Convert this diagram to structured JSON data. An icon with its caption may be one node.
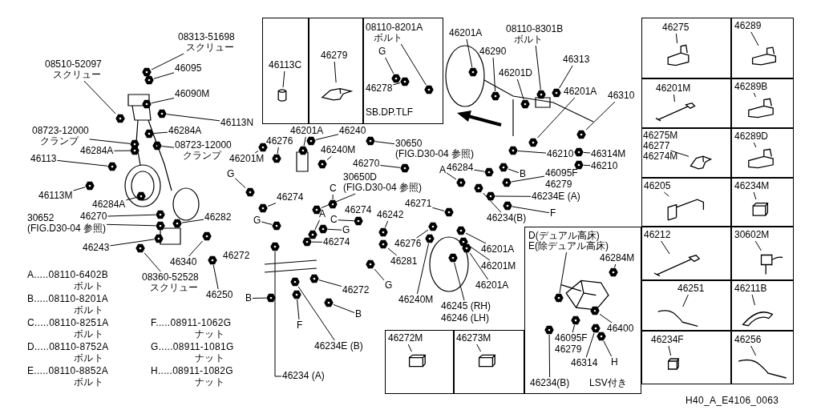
{
  "diagram": {
    "nodes": [
      {
        "text": [
          "08313-51698",
          "スクリュー"
        ]
      },
      {
        "text": [
          "08510-52097",
          "スクリュー"
        ]
      },
      {
        "text": [
          "46095"
        ]
      },
      {
        "text": [
          "46090M"
        ]
      },
      {
        "text": [
          "46113N"
        ]
      },
      {
        "text": [
          "46284A"
        ]
      },
      {
        "text": [
          "08723-12000",
          "クランプ"
        ]
      },
      {
        "text": [
          "08723-12000",
          "クランプ"
        ]
      },
      {
        "text": [
          "46284A"
        ]
      },
      {
        "text": [
          "46113"
        ]
      },
      {
        "text": [
          "46113M"
        ]
      },
      {
        "text": [
          "46284A"
        ]
      },
      {
        "text": [
          "30652",
          "(FIG.D30-04 参照)"
        ]
      },
      {
        "text": [
          "46270"
        ]
      },
      {
        "text": [
          "46243"
        ]
      },
      {
        "text": [
          "46282"
        ]
      },
      {
        "text": [
          "46340"
        ]
      },
      {
        "text": [
          "08360-52528",
          "スクリュー"
        ]
      },
      {
        "text": [
          "46250"
        ]
      },
      {
        "text": [
          "46272"
        ]
      },
      {
        "text": [
          "B"
        ]
      },
      {
        "text": [
          "46201M"
        ]
      },
      {
        "text": [
          "46276"
        ]
      },
      {
        "text": [
          "46201A"
        ]
      },
      {
        "text": [
          "46240"
        ]
      },
      {
        "text": [
          "46240M"
        ]
      },
      {
        "text": [
          "G"
        ]
      },
      {
        "text": [
          "30650",
          "(FIG.D30-04 参照)"
        ]
      },
      {
        "text": [
          "46270"
        ]
      },
      {
        "text": [
          "A"
        ]
      },
      {
        "text": [
          "46284"
        ]
      },
      {
        "text": [
          "30650D",
          "(FIG.D30-04 参照)"
        ]
      },
      {
        "text": [
          "C"
        ]
      },
      {
        "text": [
          "46274"
        ]
      },
      {
        "text": [
          "G"
        ]
      },
      {
        "text": [
          "A"
        ]
      },
      {
        "text": [
          "C"
        ]
      },
      {
        "text": [
          "46274"
        ]
      },
      {
        "text": [
          "46242"
        ]
      },
      {
        "text": [
          "G"
        ]
      },
      {
        "text": [
          "46274"
        ]
      },
      {
        "text": [
          "46271"
        ]
      },
      {
        "text": [
          "46234(B)"
        ]
      },
      {
        "text": [
          "46210"
        ]
      },
      {
        "text": [
          "46314M"
        ]
      },
      {
        "text": [
          "46210"
        ]
      },
      {
        "text": [
          "46095F"
        ]
      },
      {
        "text": [
          "46279"
        ]
      },
      {
        "text": [
          "B"
        ]
      },
      {
        "text": [
          "46234E (A)"
        ]
      },
      {
        "text": [
          "F"
        ]
      },
      {
        "text": [
          "46201A"
        ]
      },
      {
        "text": [
          "46290"
        ]
      },
      {
        "text": [
          "08110-8301B",
          "ボルト"
        ]
      },
      {
        "text": [
          "46313"
        ]
      },
      {
        "text": [
          "46201D"
        ]
      },
      {
        "text": [
          "46201A"
        ]
      },
      {
        "text": [
          "46310"
        ]
      },
      {
        "text": [
          "46272"
        ]
      },
      {
        "text": [
          "B"
        ]
      },
      {
        "text": [
          "G"
        ]
      },
      {
        "text": [
          "46281"
        ]
      },
      {
        "text": [
          "46276"
        ]
      },
      {
        "text": [
          "46240M"
        ]
      },
      {
        "text": [
          "46245 (RH)"
        ]
      },
      {
        "text": [
          "46246 (LH)"
        ]
      },
      {
        "text": [
          "46201A"
        ]
      },
      {
        "text": [
          "46201M"
        ]
      },
      {
        "text": [
          "46201A"
        ]
      },
      {
        "text": [
          "F"
        ]
      },
      {
        "text": [
          "46234E (B)"
        ]
      },
      {
        "text": [
          "46234 (A)"
        ]
      },
      {
        "text": [],
        "shape": "box"
      },
      {
        "text": [
          "46113C"
        ],
        "in": 72
      },
      {
        "text": [],
        "shape": "box"
      },
      {
        "text": [
          "46279"
        ],
        "in": 74
      },
      {
        "text": [],
        "shape": "box"
      },
      {
        "text": [
          "08110-8201A",
          "ボルト"
        ],
        "in": 76
      },
      {
        "text": [
          "G"
        ],
        "in": 76
      },
      {
        "text": [
          "46278"
        ],
        "in": 76
      },
      {
        "text": [
          "SB.DP.TLF"
        ],
        "in": 76
      },
      {
        "text": [],
        "shape": "box"
      },
      {
        "text": [
          "46272M"
        ],
        "in": 81
      },
      {
        "text": [],
        "shape": "box"
      },
      {
        "text": [
          "46273M"
        ],
        "in": 83
      },
      {
        "text": [],
        "shape": "box"
      },
      {
        "text": [
          "D(デュアル高床)",
          "E(除デュアル高床)"
        ],
        "in": 85
      },
      {
        "text": [
          "46284M"
        ],
        "in": 85
      },
      {
        "text": [
          "46400"
        ],
        "in": 85
      },
      {
        "text": [
          "46095F"
        ],
        "in": 85
      },
      {
        "text": [
          "46279"
        ],
        "in": 85
      },
      {
        "text": [
          "46314"
        ],
        "in": 85
      },
      {
        "text": [
          "H"
        ],
        "in": 85
      },
      {
        "text": [
          "46234(B)"
        ],
        "in": 85
      },
      {
        "text": [
          "LSV付き"
        ],
        "in": 85
      },
      {
        "text": [],
        "shape": "box"
      },
      {
        "text": [
          "46275"
        ],
        "in": 95
      },
      {
        "text": [],
        "shape": "box"
      },
      {
        "text": [
          "46289"
        ],
        "in": 97
      },
      {
        "text": [],
        "shape": "box"
      },
      {
        "text": [
          "46201M"
        ],
        "in": 99
      },
      {
        "text": [],
        "shape": "box"
      },
      {
        "text": [
          "46289B"
        ],
        "in": 101
      },
      {
        "text": [],
        "shape": "box"
      },
      {
        "text": [
          "46275M"
        ],
        "in": 103
      },
      {
        "text": [
          "46277"
        ],
        "in": 103
      },
      {
        "text": [
          "46274M"
        ],
        "in": 103
      },
      {
        "text": [],
        "shape": "box"
      },
      {
        "text": [
          "46289D"
        ],
        "in": 107
      },
      {
        "text": [],
        "shape": "box"
      },
      {
        "text": [
          "46205"
        ],
        "in": 109
      },
      {
        "text": [],
        "shape": "box"
      },
      {
        "text": [
          "46234M"
        ],
        "in": 111
      },
      {
        "text": [],
        "shape": "box"
      },
      {
        "text": [
          "46212"
        ],
        "in": 113
      },
      {
        "text": [],
        "shape": "box"
      },
      {
        "text": [
          "30602M"
        ],
        "in": 115
      },
      {
        "text": [],
        "shape": "box"
      },
      {
        "text": [
          "46251"
        ],
        "in": 117
      },
      {
        "text": [],
        "shape": "box"
      },
      {
        "text": [
          "46211B"
        ],
        "in": 119
      },
      {
        "text": [],
        "shape": "box"
      },
      {
        "text": [
          "46234F"
        ],
        "in": 121
      },
      {
        "text": [],
        "shape": "box"
      },
      {
        "text": [
          "46256"
        ],
        "in": 123
      },
      {
        "text": [],
        "shape": "picture"
      },
      {
        "text": [],
        "shape": "picture"
      },
      {
        "text": [],
        "shape": "picture"
      },
      {
        "text": [],
        "shape": "picture"
      },
      {
        "text": [],
        "shape": "picture"
      },
      {
        "text": [],
        "shape": "picture"
      },
      {
        "text": [],
        "shape": "picture"
      },
      {
        "text": [],
        "shape": "picture"
      },
      {
        "text": [],
        "shape": "picture"
      },
      {
        "text": [],
        "shape": "picture"
      },
      {
        "text": [],
        "shape": "picture"
      },
      {
        "text": [],
        "shape": "picture"
      },
      {
        "text": [],
        "shape": "picture"
      },
      {
        "text": [],
        "shape": "picture"
      },
      {
        "text": [],
        "shape": "picture"
      },
      {
        "text": [],
        "shape": "picture"
      },
      {
        "text": [],
        "shape": "picture"
      },
      {
        "text": [],
        "shape": "picture"
      },
      {
        "text": [],
        "shape": "picture"
      },
      {
        "text": [],
        "shape": "picture"
      },
      {
        "text": [],
        "shape": "picture"
      },
      {
        "text": [],
        "shape": "picture"
      },
      {
        "text": [],
        "shape": "picture"
      },
      {
        "text": [],
        "shape": "picture"
      },
      {
        "text": [],
        "shape": "picture"
      },
      {
        "text": [],
        "shape": "picture"
      },
      {
        "text": [],
        "shape": "picture"
      },
      {
        "text": [],
        "shape": "picture"
      },
      {
        "text": [],
        "shape": "picture"
      },
      {
        "text": [],
        "shape": "picture"
      },
      {
        "text": [],
        "shape": "picture"
      },
      {
        "text": [],
        "shape": "picture"
      },
      {
        "text": [],
        "shape": "picture"
      },
      {
        "text": [],
        "shape": "picture"
      },
      {
        "text": [],
        "shape": "picture"
      },
      {
        "text": [],
        "shape": "picture"
      },
      {
        "text": [],
        "shape": "picture"
      },
      {
        "text": [],
        "shape": "picture"
      },
      {
        "text": [],
        "shape": "picture"
      },
      {
        "text": [],
        "shape": "picture"
      },
      {
        "text": [],
        "shape": "picture"
      },
      {
        "text": [],
        "shape": "picture"
      },
      {
        "text": [],
        "shape": "picture"
      },
      {
        "text": [],
        "shape": "picture"
      },
      {
        "text": [],
        "shape": "picture"
      },
      {
        "text": [],
        "shape": "picture"
      },
      {
        "text": [],
        "shape": "picture"
      },
      {
        "text": [],
        "shape": "picture"
      },
      {
        "text": [],
        "shape": "picture"
      },
      {
        "text": [],
        "shape": "picture"
      },
      {
        "text": [],
        "shape": "picture"
      },
      {
        "text": [],
        "shape": "picture"
      },
      {
        "text": [],
        "shape": "picture"
      },
      {
        "text": [],
        "shape": "picture"
      },
      {
        "text": [],
        "shape": "picture"
      },
      {
        "text": [],
        "shape": "picture"
      },
      {
        "text": [],
        "shape": "picture"
      },
      {
        "text": [],
        "shape": "picture"
      },
      {
        "text": [],
        "shape": "picture"
      },
      {
        "text": [],
        "shape": "picture"
      },
      {
        "text": [],
        "shape": "picture"
      },
      {
        "text": [],
        "shape": "picture"
      },
      {
        "text": [],
        "shape": "picture"
      },
      {
        "text": [],
        "shape": "picture"
      },
      {
        "text": [],
        "shape": "picture"
      },
      {
        "text": [],
        "shape": "picture"
      },
      {
        "text": [],
        "shape": "picture"
      },
      {
        "text": [],
        "shape": "picture"
      },
      {
        "text": [],
        "shape": "picture",
        "in": 72
      },
      {
        "text": [],
        "shape": "picture",
        "in": 74
      },
      {
        "text": [],
        "shape": "picture",
        "in": 76
      },
      {
        "text": [],
        "shape": "picture",
        "in": 76
      },
      {
        "text": [],
        "shape": "picture",
        "in": 76
      },
      {
        "text": [],
        "shape": "picture",
        "in": 81
      },
      {
        "text": [],
        "shape": "picture",
        "in": 83
      },
      {
        "text": [],
        "shape": "picture",
        "in": 85
      },
      {
        "text": [],
        "shape": "picture",
        "in": 85
      },
      {
        "text": [],
        "shape": "picture",
        "in": 85
      },
      {
        "text": [],
        "shape": "picture",
        "in": 85
      },
      {
        "text": [],
        "shape": "picture",
        "in": 85
      },
      {
        "text": [],
        "shape": "picture",
        "in": 85
      },
      {
        "text": [],
        "shape": "picture",
        "in": 85
      },
      {
        "text": [],
        "shape": "picture",
        "in": 95
      },
      {
        "text": [],
        "shape": "picture",
        "in": 97
      },
      {
        "text": [],
        "shape": "picture",
        "in": 99
      },
      {
        "text": [],
        "shape": "picture",
        "in": 101
      },
      {
        "text": [],
        "shape": "picture",
        "in": 103
      },
      {
        "text": [],
        "shape": "picture",
        "in": 107
      },
      {
        "text": [],
        "shape": "picture",
        "in": 109
      },
      {
        "text": [],
        "shape": "picture",
        "in": 111
      },
      {
        "text": [],
        "shape": "picture",
        "in": 113
      },
      {
        "text": [],
        "shape": "picture",
        "in": 115
      },
      {
        "text": [],
        "shape": "picture",
        "in": 117
      },
      {
        "text": [],
        "shape": "picture",
        "in": 119
      },
      {
        "text": [],
        "shape": "picture",
        "in": 121
      },
      {
        "text": [],
        "shape": "picture",
        "in": 123
      }
    ],
    "edges": [
      {
        "from": 0,
        "to": 125,
        "arrow": "none"
      },
      {
        "from": 1,
        "to": 126,
        "arrow": "none"
      },
      {
        "from": 2,
        "to": 127,
        "arrow": "none"
      },
      {
        "from": 3,
        "to": 128,
        "arrow": "none"
      },
      {
        "from": 4,
        "to": 129,
        "arrow": "none"
      },
      {
        "from": 5,
        "to": 130,
        "arrow": "none"
      },
      {
        "from": 6,
        "to": 131,
        "arrow": "none"
      },
      {
        "from": 7,
        "to": 132,
        "arrow": "none"
      },
      {
        "from": 8,
        "to": 133,
        "arrow": "none"
      },
      {
        "from": 9,
        "to": 134,
        "arrow": "none"
      },
      {
        "from": 10,
        "to": 135,
        "arrow": "none"
      },
      {
        "from": 11,
        "to": 136,
        "arrow": "none"
      },
      {
        "from": 12,
        "to": 137,
        "arrow": "none"
      },
      {
        "from": 13,
        "to": 138,
        "arrow": "none"
      },
      {
        "from": 14,
        "to": 139,
        "arrow": "none"
      },
      {
        "from": 15,
        "to": 140,
        "arrow": "none"
      },
      {
        "from": 16,
        "to": 141,
        "arrow": "none"
      },
      {
        "from": 17,
        "to": 142,
        "arrow": "none"
      },
      {
        "from": 18,
        "to": 143,
        "arrow": "none"
      },
      {
        "from": 20,
        "to": 144,
        "arrow": "none"
      },
      {
        "from": 21,
        "to": 145,
        "arrow": "none"
      },
      {
        "from": 22,
        "to": 146,
        "arrow": "none"
      },
      {
        "from": 23,
        "to": 147,
        "arrow": "none"
      },
      {
        "from": 24,
        "to": 148,
        "arrow": "none"
      },
      {
        "from": 25,
        "to": 149,
        "arrow": "none"
      },
      {
        "from": 26,
        "to": 150,
        "arrow": "none"
      },
      {
        "from": 27,
        "to": 151,
        "arrow": "none"
      },
      {
        "from": 28,
        "to": 152,
        "arrow": "none"
      },
      {
        "from": 29,
        "to": 153,
        "arrow": "none"
      },
      {
        "from": 30,
        "to": 154,
        "arrow": "none"
      },
      {
        "from": 31,
        "to": 155,
        "arrow": "none"
      },
      {
        "from": 32,
        "to": 156,
        "arrow": "none"
      },
      {
        "from": 33,
        "to": 157,
        "arrow": "none"
      },
      {
        "from": 34,
        "to": 158,
        "arrow": "none"
      },
      {
        "from": 35,
        "to": 159,
        "arrow": "none"
      },
      {
        "from": 36,
        "to": 160,
        "arrow": "none"
      },
      {
        "from": 38,
        "to": 161,
        "arrow": "none"
      },
      {
        "from": 39,
        "to": 162,
        "arrow": "none"
      },
      {
        "from": 40,
        "to": 163,
        "arrow": "none"
      },
      {
        "from": 41,
        "to": 164,
        "arrow": "none"
      },
      {
        "from": 42,
        "to": 165,
        "arrow": "none"
      },
      {
        "from": 43,
        "to": 166,
        "arrow": "none"
      },
      {
        "from": 44,
        "to": 167,
        "arrow": "none"
      },
      {
        "from": 45,
        "to": 168,
        "arrow": "none"
      },
      {
        "from": 46,
        "to": 169,
        "arrow": "none"
      },
      {
        "from": 48,
        "to": 170,
        "arrow": "none"
      },
      {
        "from": 49,
        "to": 171,
        "arrow": "none"
      },
      {
        "from": 50,
        "to": 172,
        "arrow": "none"
      },
      {
        "from": 51,
        "to": 173,
        "arrow": "none"
      },
      {
        "from": 52,
        "to": 174,
        "arrow": "none"
      },
      {
        "from": 53,
        "to": 175,
        "arrow": "none"
      },
      {
        "from": 54,
        "to": 176,
        "arrow": "none"
      },
      {
        "from": 55,
        "to": 177,
        "arrow": "none"
      },
      {
        "from": 56,
        "to": 178,
        "arrow": "none"
      },
      {
        "from": 57,
        "to": 179,
        "arrow": "none"
      },
      {
        "from": 58,
        "to": 180,
        "arrow": "none"
      },
      {
        "from": 59,
        "to": 181,
        "arrow": "none"
      },
      {
        "from": 60,
        "to": 182,
        "arrow": "none"
      },
      {
        "from": 61,
        "to": 183,
        "arrow": "none"
      },
      {
        "from": 62,
        "to": 184,
        "arrow": "none"
      },
      {
        "from": 63,
        "to": 185,
        "arrow": "none"
      },
      {
        "from": 64,
        "to": 186,
        "arrow": "none"
      },
      {
        "from": 66,
        "to": 187,
        "arrow": "none"
      },
      {
        "from": 67,
        "to": 188,
        "arrow": "none"
      },
      {
        "from": 68,
        "to": 189,
        "arrow": "none"
      },
      {
        "from": 69,
        "to": 190,
        "arrow": "none"
      },
      {
        "from": 70,
        "to": 191,
        "arrow": "none"
      },
      {
        "from": 71,
        "to": 192,
        "arrow": "none"
      },
      {
        "from": 73,
        "to": 193,
        "arrow": "none"
      },
      {
        "from": 75,
        "to": 194,
        "arrow": "none"
      },
      {
        "from": 77,
        "to": 195,
        "arrow": "none"
      },
      {
        "from": 78,
        "to": 196,
        "arrow": "none"
      },
      {
        "from": 79,
        "to": 197,
        "arrow": "none"
      },
      {
        "from": 82,
        "to": 198,
        "arrow": "none"
      },
      {
        "from": 84,
        "to": 199,
        "arrow": "none"
      },
      {
        "from": 86,
        "to": 200,
        "arrow": "none"
      },
      {
        "from": 87,
        "to": 201,
        "arrow": "none"
      },
      {
        "from": 88,
        "to": 202,
        "arrow": "none"
      },
      {
        "from": 89,
        "to": 203,
        "arrow": "none"
      },
      {
        "from": 91,
        "to": 204,
        "arrow": "none"
      },
      {
        "from": 92,
        "to": 205,
        "arrow": "none"
      },
      {
        "from": 93,
        "to": 206,
        "arrow": "none"
      },
      {
        "from": 96,
        "to": 207,
        "arrow": "none"
      },
      {
        "from": 98,
        "to": 208,
        "arrow": "none"
      },
      {
        "from": 100,
        "to": 209,
        "arrow": "none"
      },
      {
        "from": 102,
        "to": 210,
        "arrow": "none"
      },
      {
        "from": 105,
        "to": 211,
        "arrow": "none"
      },
      {
        "from": 108,
        "to": 212,
        "arrow": "none"
      },
      {
        "from": 110,
        "to": 213,
        "arrow": "none"
      },
      {
        "from": 112,
        "to": 214,
        "arrow": "none"
      },
      {
        "from": 114,
        "to": 215,
        "arrow": "none"
      },
      {
        "from": 116,
        "to": 216,
        "arrow": "none"
      },
      {
        "from": 118,
        "to": 217,
        "arrow": "none"
      },
      {
        "from": 120,
        "to": 218,
        "arrow": "none"
      },
      {
        "from": 122,
        "to": 219,
        "arrow": "none"
      },
      {
        "from": 124,
        "to": 220,
        "arrow": "none"
      }
    ],
    "labels": [
      "A.....08110-6402B",
      "ボルト",
      "B.....08110-8201A",
      "ボルト",
      "C.....08110-8251A",
      "F.....08911-1062G",
      "ボルト",
      "ナット",
      "D.....08110-8752A",
      "G.....08911-1081G",
      "ボルト",
      "ナット",
      "E.....08110-8852A",
      "H.....08911-1082G",
      "ボルト",
      "ナット",
      "H40_A_E4106_0063"
    ]
  }
}
